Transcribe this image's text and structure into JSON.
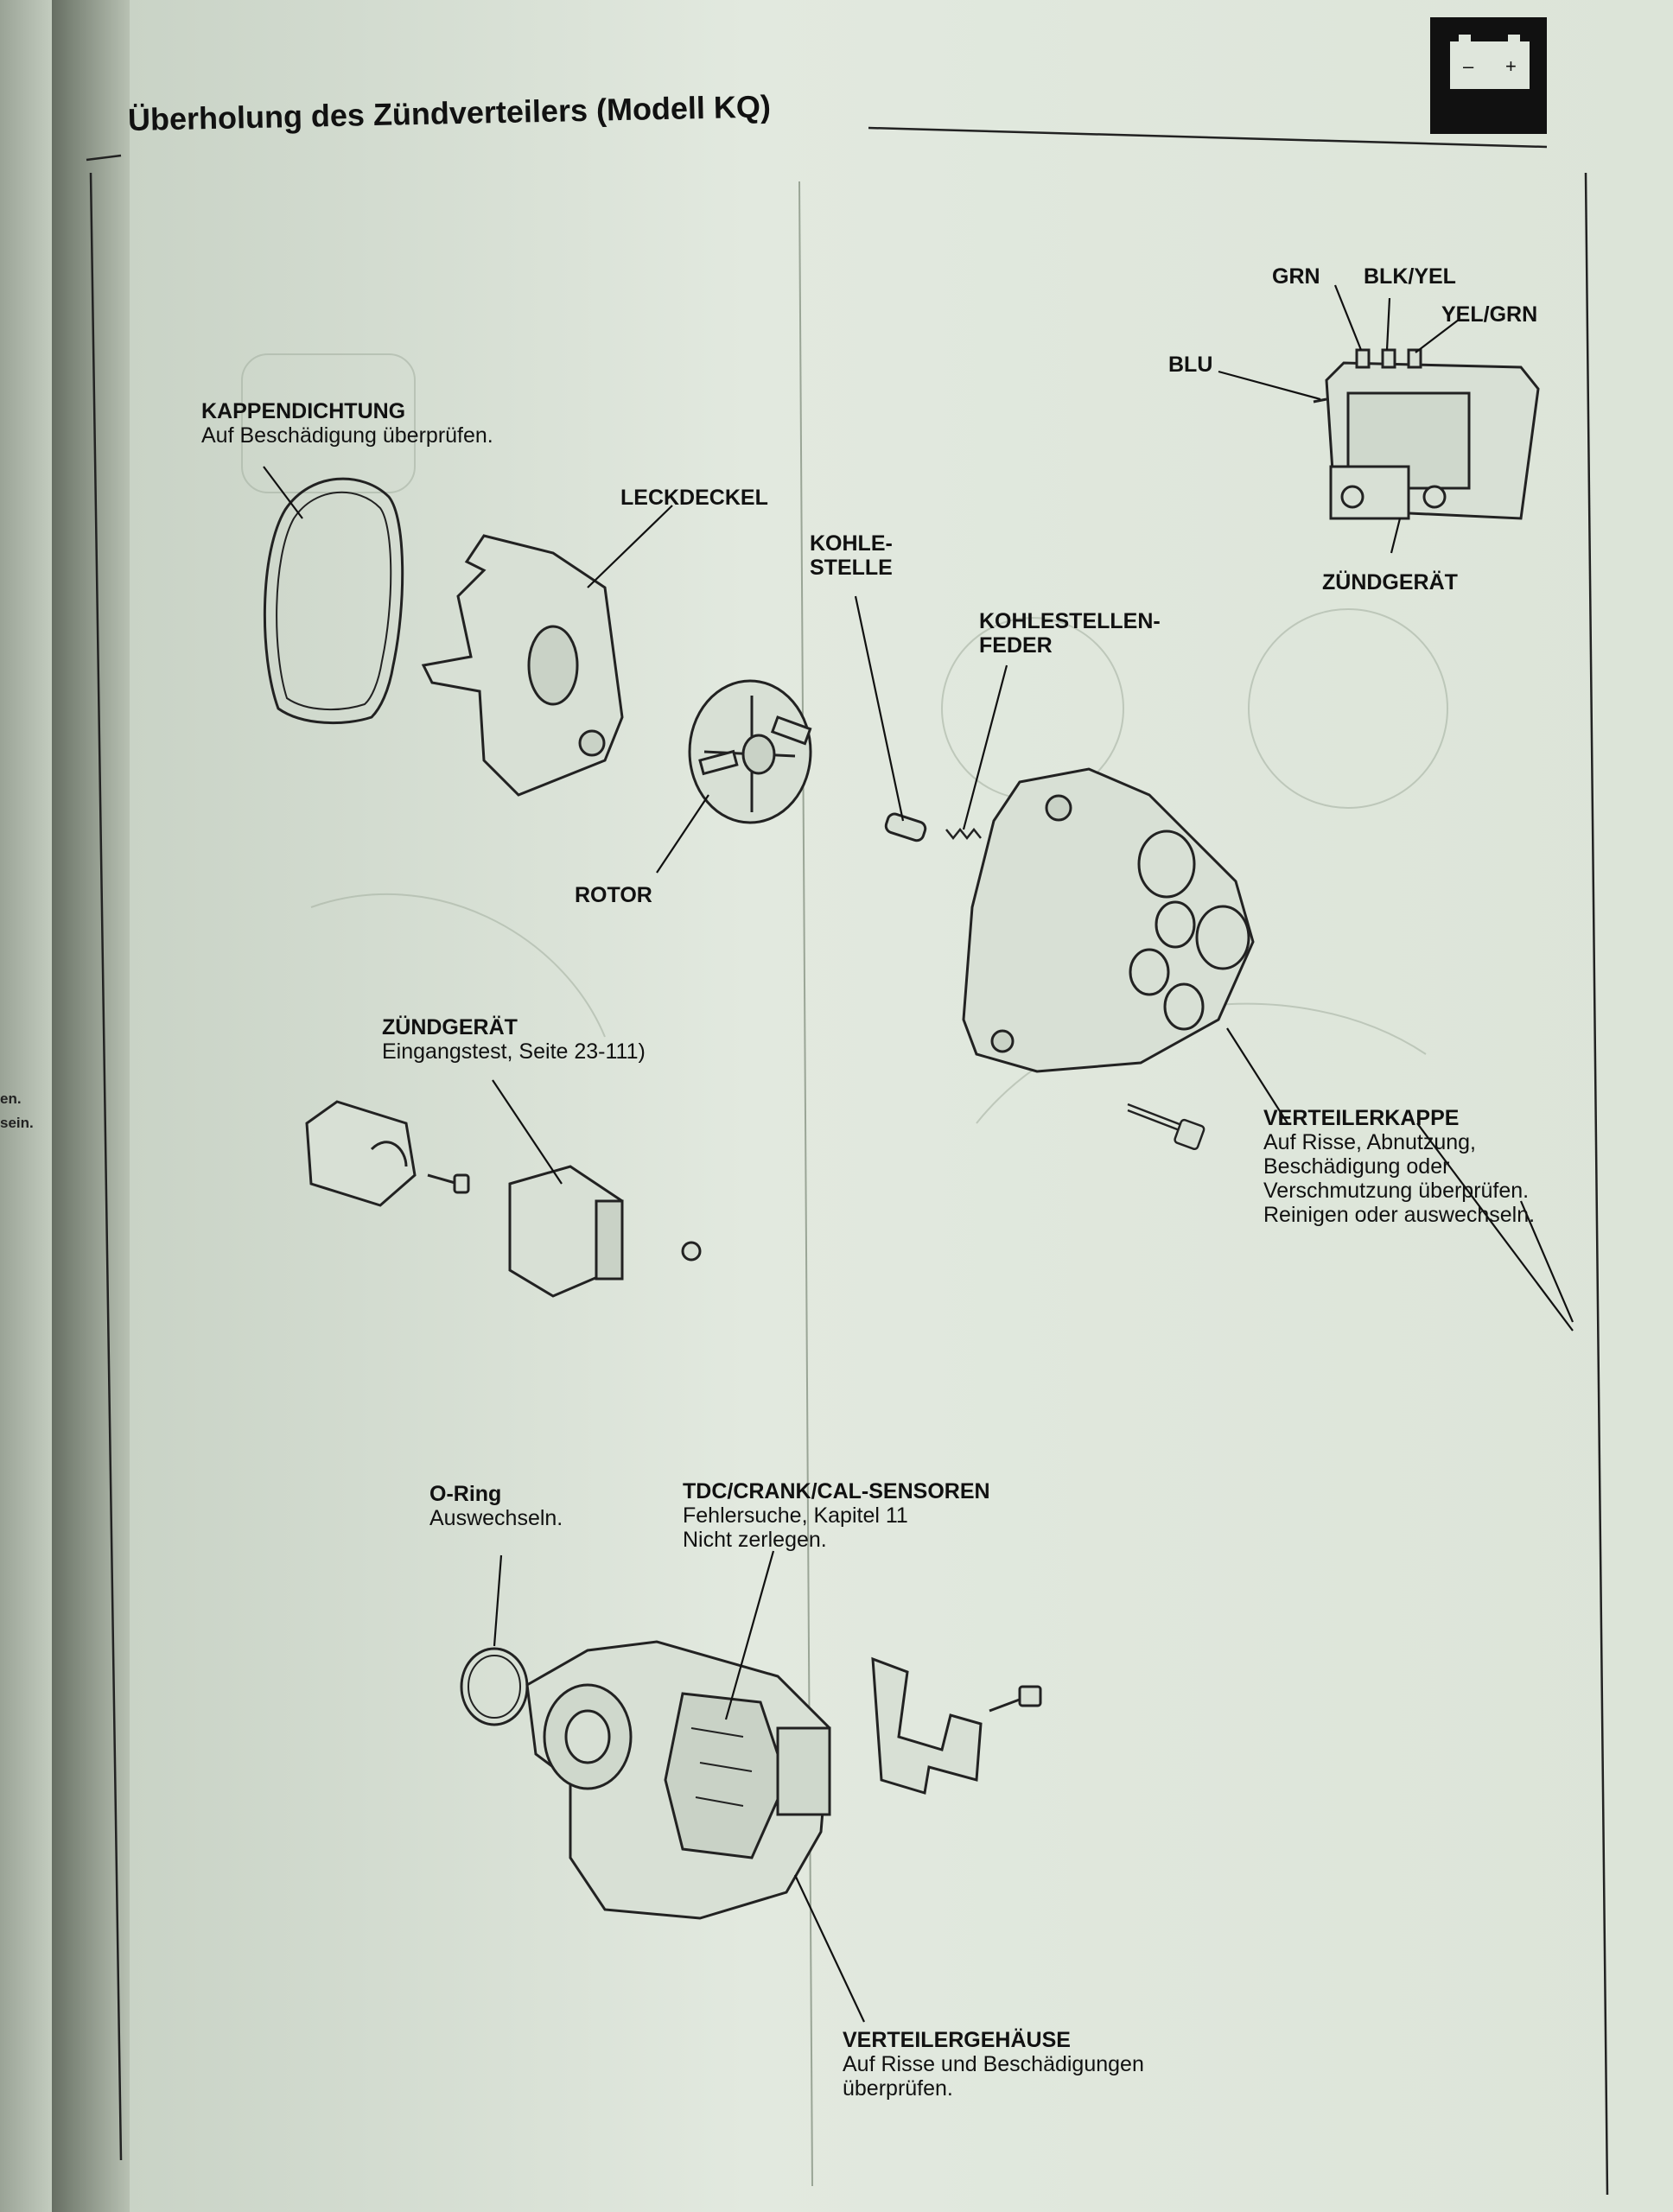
{
  "header": {
    "title": "Überholung des Zündverteilers (Modell KQ)"
  },
  "parts": {
    "kappendichtung": {
      "name": "KAPPENDICHTUNG",
      "note": "Auf Beschädigung überprüfen."
    },
    "leckdeckel": {
      "name": "LECKDECKEL"
    },
    "kohlestelle": {
      "name_line1": "KOHLE-",
      "name_line2": "STELLE"
    },
    "kohlestellenfeder": {
      "name_line1": "KOHLESTELLEN-",
      "name_line2": "FEDER"
    },
    "rotor": {
      "name": "ROTOR"
    },
    "zuendgeraet_test": {
      "name": "ZÜNDGERÄT",
      "note": "Eingangstest, Seite 23-111)"
    },
    "zuendgeraet": {
      "name": "ZÜNDGERÄT"
    },
    "wires": {
      "grn": "GRN",
      "blk_yel": "BLK/YEL",
      "yel_grn": "YEL/GRN",
      "blu": "BLU"
    },
    "verteilerkappe": {
      "name": "VERTEILERKAPPE",
      "note_lines": [
        "Auf Risse, Abnutzung,",
        "Beschädigung oder",
        "Verschmutzung überprüfen.",
        "Reinigen oder auswechseln."
      ]
    },
    "o_ring": {
      "name": "O-Ring",
      "note": "Auswechseln."
    },
    "sensoren": {
      "name": "TDC/CRANK/CAL-SENSOREN",
      "note_line1": "Fehlersuche, Kapitel 11",
      "note_line2": "Nicht zerlegen."
    },
    "verteilergehaeuse": {
      "name": "VERTEILERGEHÄUSE",
      "note_line1": "Auf Risse und Beschädigungen",
      "note_line2": "überprüfen."
    }
  },
  "left_page_fragments": [
    "en.",
    "sein."
  ],
  "colors": {
    "paper": "#dfe6dc",
    "ink": "#111111",
    "bleed": "#8d9a8b"
  },
  "icons": [
    "battery-icon"
  ]
}
